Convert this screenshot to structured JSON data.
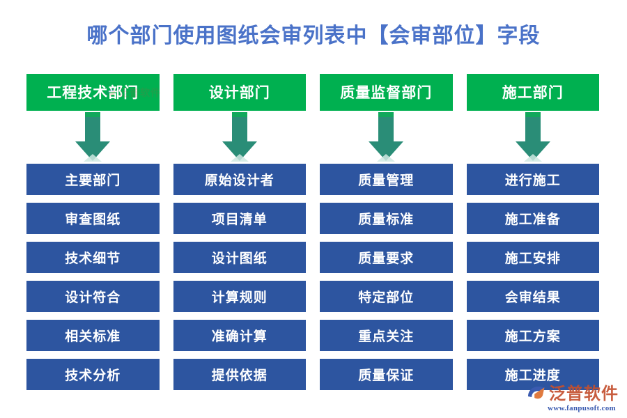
{
  "title": "哪个部门使用图纸会审列表中【会审部位】字段",
  "colors": {
    "title": "#4a72c8",
    "header_green": "#00b050",
    "arrow_teal": "#2a8d77",
    "item_blue": "#2d55a0",
    "background": "#ffffff",
    "watermark_orange": "#c4502f",
    "watermark_blue": "#3b5bb0"
  },
  "columns": [
    {
      "header": "工程技术部门",
      "items": [
        "主要部门",
        "审查图纸",
        "技术细节",
        "设计符合",
        "相关标准",
        "技术分析"
      ]
    },
    {
      "header": "设计部门",
      "items": [
        "原始设计者",
        "项目清单",
        "设计图纸",
        "计算规则",
        "准确计算",
        "提供依据"
      ]
    },
    {
      "header": "质量监督部门",
      "items": [
        "质量管理",
        "质量标准",
        "质量要求",
        "特定部位",
        "重点关注",
        "质量保证"
      ]
    },
    {
      "header": "施工部门",
      "items": [
        "进行施工",
        "施工准备",
        "施工安排",
        "会审结果",
        "施工方案",
        "施工进度"
      ]
    }
  ],
  "watermark": {
    "brand": "泛普软件",
    "url": "www.fanpusoft.com"
  }
}
